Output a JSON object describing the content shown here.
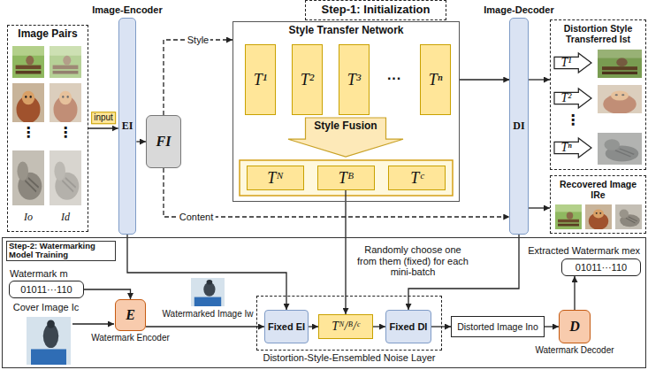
{
  "diagram": {
    "nodes": [
      {
        "text": [
          "Image Pairs"
        ]
      },
      {
        "text": [
          "Image-Encoder",
          "EI"
        ]
      },
      {
        "text": [
          "FI"
        ]
      },
      {
        "text": [
          "Step-1: Initialization"
        ]
      },
      {
        "text": [
          "Style Transfer Network"
        ]
      },
      {
        "text": [
          "T¹"
        ],
        "in": 4
      },
      {
        "text": [
          "T²"
        ],
        "in": 4
      },
      {
        "text": [
          "T³"
        ],
        "in": 4
      },
      {
        "text": [
          "Tⁿ"
        ],
        "in": 4
      },
      {
        "text": [
          "Style Fusion"
        ],
        "in": 4
      },
      {
        "text": [
          "Tᴺ"
        ],
        "in": 4
      },
      {
        "text": [
          "Tᴮ"
        ],
        "in": 4
      },
      {
        "text": [
          "Tᶜ"
        ],
        "in": 4
      },
      {
        "text": [
          "Image-Decoder",
          "DI"
        ]
      },
      {
        "text": [
          "Distortion Style Transferred Ist"
        ]
      },
      {
        "text": [
          "T¹"
        ],
        "in": 14
      },
      {
        "text": [
          "T²"
        ],
        "in": 14
      },
      {
        "text": [
          "Tⁿ"
        ],
        "in": 14
      },
      {
        "text": [
          "Recovered Image IRe"
        ]
      },
      {
        "text": [
          "Step-2: Watermarking Model Training"
        ]
      },
      {
        "text": [
          "Watermark m",
          "01011···110"
        ],
        "in": 19
      },
      {
        "text": [
          "E",
          "Watermark Encoder"
        ],
        "in": 19
      },
      {
        "text": [
          "Distortion-Style-Ensembled Noise Layer"
        ],
        "in": 19
      },
      {
        "text": [
          "Fixed EI"
        ],
        "in": 22
      },
      {
        "text": [
          "Tᴺ/ᴮ/ᶜ"
        ],
        "in": 22
      },
      {
        "text": [
          "Fixed DI"
        ],
        "in": 22
      },
      {
        "text": [
          "Distorted Image Ino"
        ],
        "in": 19
      },
      {
        "text": [
          "D",
          "Watermark Decoder"
        ],
        "in": 19
      },
      {
        "text": [
          "Extracted Watermark mex",
          "01011···110"
        ],
        "in": 19
      }
    ],
    "edges": [
      {
        "from": 0,
        "to": 1,
        "arrow": "to",
        "label": "input"
      },
      {
        "from": 1,
        "to": 2,
        "arrow": "to"
      },
      {
        "from": 2,
        "to": 4,
        "arrow": "to",
        "label": "Style"
      },
      {
        "from": 2,
        "to": 13,
        "arrow": "to",
        "label": "Content"
      },
      {
        "from": 4,
        "to": 13,
        "arrow": "to"
      },
      {
        "from": 13,
        "to": 14,
        "arrow": "to"
      },
      {
        "from": 13,
        "to": 18,
        "arrow": "to"
      },
      {
        "from": 11,
        "to": 24,
        "arrow": "to",
        "label": "Randomly choose one from them (fixed) for each mini-batch"
      },
      {
        "from": 1,
        "to": 23,
        "arrow": "to"
      },
      {
        "from": 13,
        "to": 25,
        "arrow": "to"
      },
      {
        "from": 20,
        "to": 21,
        "arrow": "to"
      },
      {
        "from": 21,
        "to": 23,
        "arrow": "to"
      },
      {
        "from": 23,
        "to": 24,
        "arrow": "to"
      },
      {
        "from": 24,
        "to": 25,
        "arrow": "to"
      },
      {
        "from": 25,
        "to": 26,
        "arrow": "to"
      },
      {
        "from": 26,
        "to": 27,
        "arrow": "to"
      },
      {
        "from": 27,
        "to": 28,
        "arrow": "to"
      }
    ],
    "labels": [
      "Io",
      "Id",
      "⋮",
      "⋮",
      "···",
      "⋮",
      "Cover Image Ic",
      "Watermarked Image Iw"
    ]
  }
}
